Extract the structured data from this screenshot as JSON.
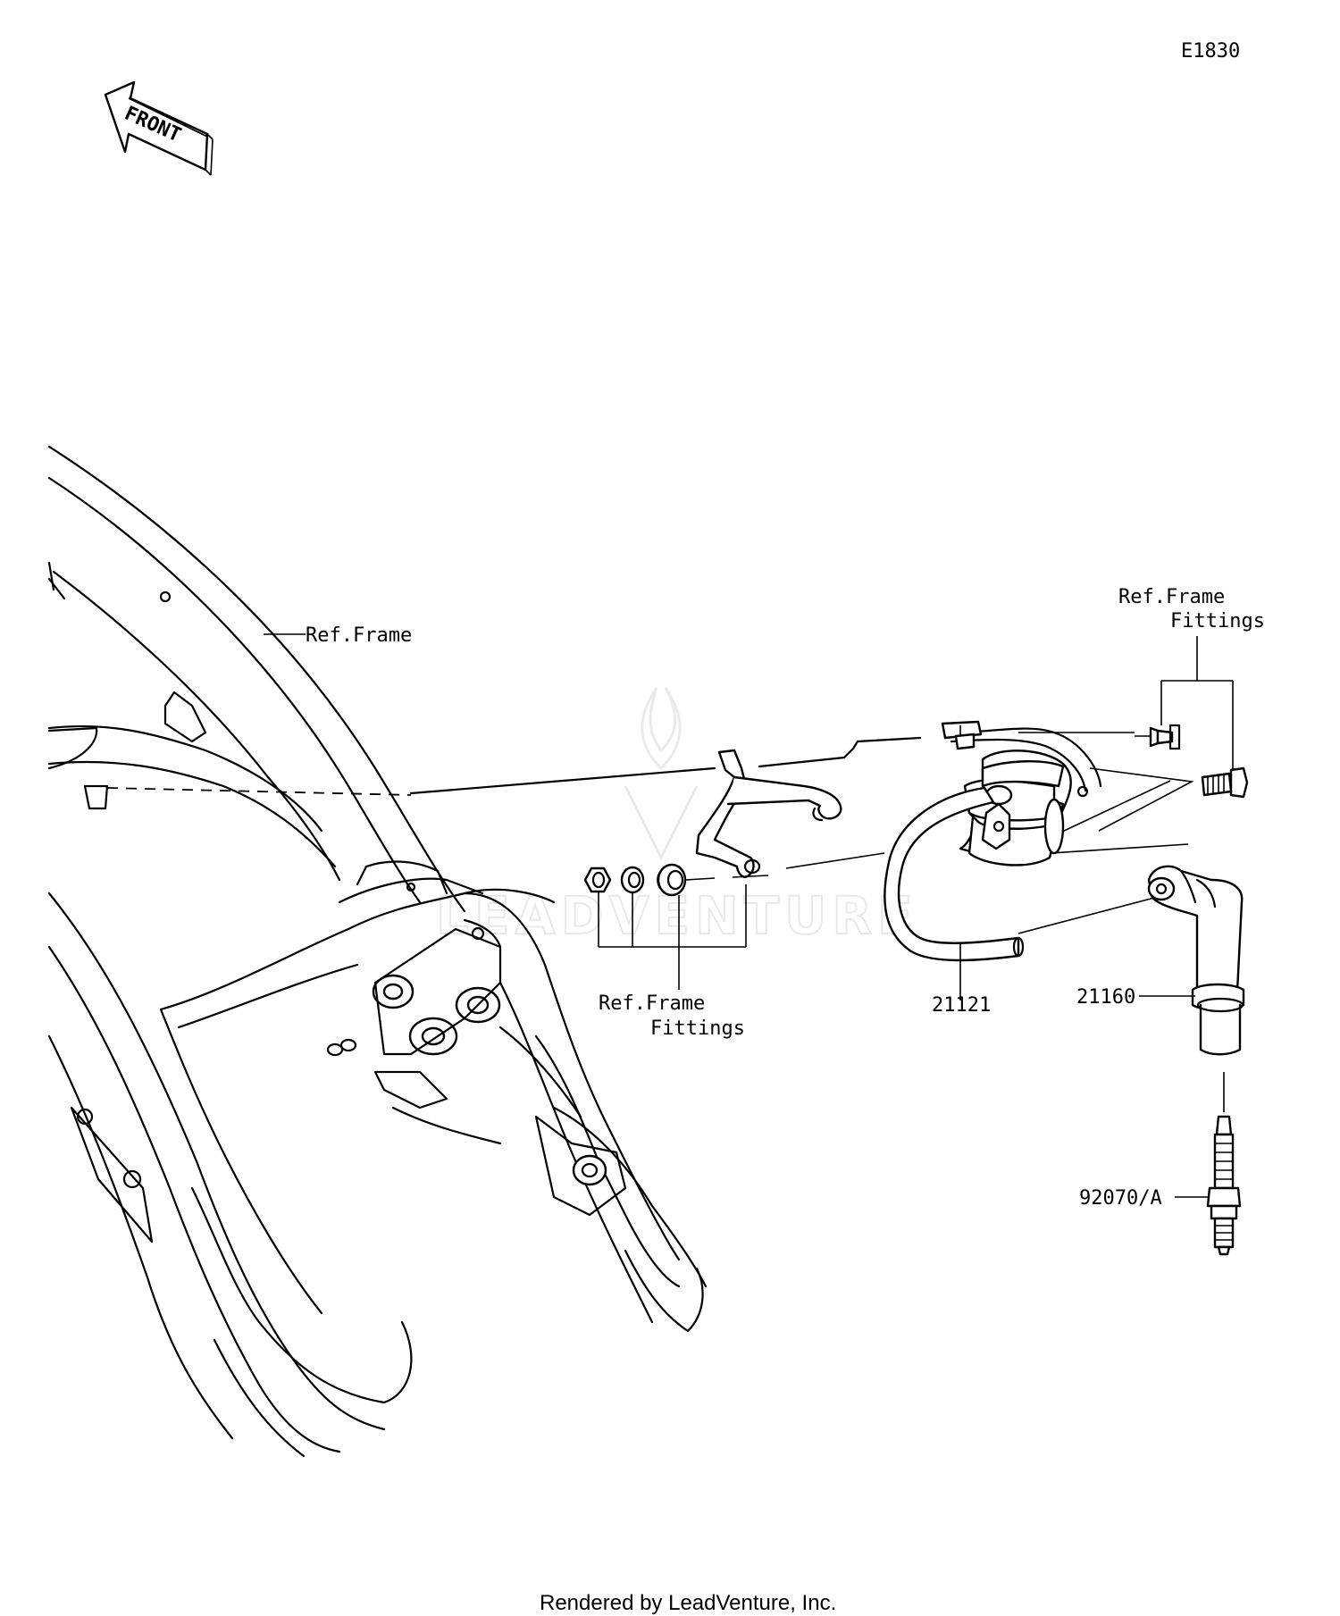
{
  "diagram": {
    "code": "E1830",
    "front_arrow_text": "FRONT",
    "watermark": "LEADVENTURE",
    "footer": "Rendered by LeadVenture, Inc.",
    "labels": {
      "ref_frame": "Ref.Frame",
      "ref_frame_fittings_top_line1": "Ref.Frame",
      "ref_frame_fittings_top_line2": "Fittings",
      "ref_frame_fittings_mid_line1": "Ref.Frame",
      "ref_frame_fittings_mid_line2": "Fittings",
      "part_21121": "21121",
      "part_21160": "21160",
      "part_92070": "92070/A"
    }
  }
}
